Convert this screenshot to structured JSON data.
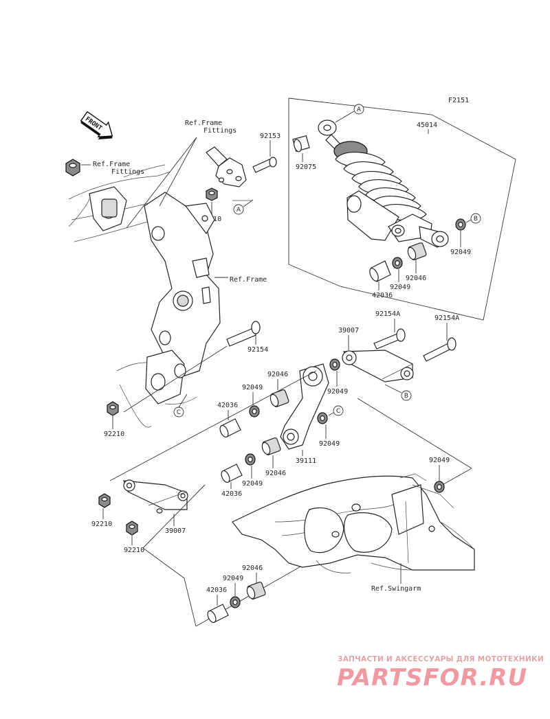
{
  "diagram_code": "F2151",
  "front_label": "FRONT",
  "refs": {
    "frame_fittings_top": [
      "Ref.Frame",
      "Fittings"
    ],
    "frame_fittings_left": [
      "Ref.Frame",
      "Fittings"
    ],
    "frame": "Ref.Frame",
    "swingarm": "Ref.Swingarm"
  },
  "callouts": {
    "a1": "A",
    "a2": "A",
    "b1": "B",
    "b2": "B",
    "c1": "C",
    "c2": "C"
  },
  "parts": {
    "p45014": "45014",
    "p92153": "92153",
    "p92075": "92075",
    "p92210_top": "92210",
    "p92049_shock": "92049",
    "p92046_shock": "92046",
    "p92049_shock2": "92049",
    "p42036_shock": "42036",
    "p92154": "92154",
    "p39007_right": "39007",
    "p92154A_1": "92154A",
    "p92154A_2": "92154A",
    "p92046_mid": "92046",
    "p92049_mid": "92049",
    "p42036_mid": "42036",
    "p92049_mid2": "92049",
    "p92049_c": "92049",
    "p39111": "39111",
    "p92210_mid": "92210",
    "p92046_low": "92046",
    "p92049_low": "92049",
    "p42036_low": "42036",
    "p92049_right": "92049",
    "p92210_low1": "92210",
    "p92210_low2": "92210",
    "p39007_low": "39007",
    "p92046_bottom": "92046",
    "p92049_bottom": "92049",
    "p42036_bottom": "42036"
  },
  "watermark": {
    "line1": "ЗАПЧАСТИ И АКСЕССУАРЫ ДЛЯ МОТОТЕХНИКИ",
    "line2": "PARTSFOR.RU"
  }
}
